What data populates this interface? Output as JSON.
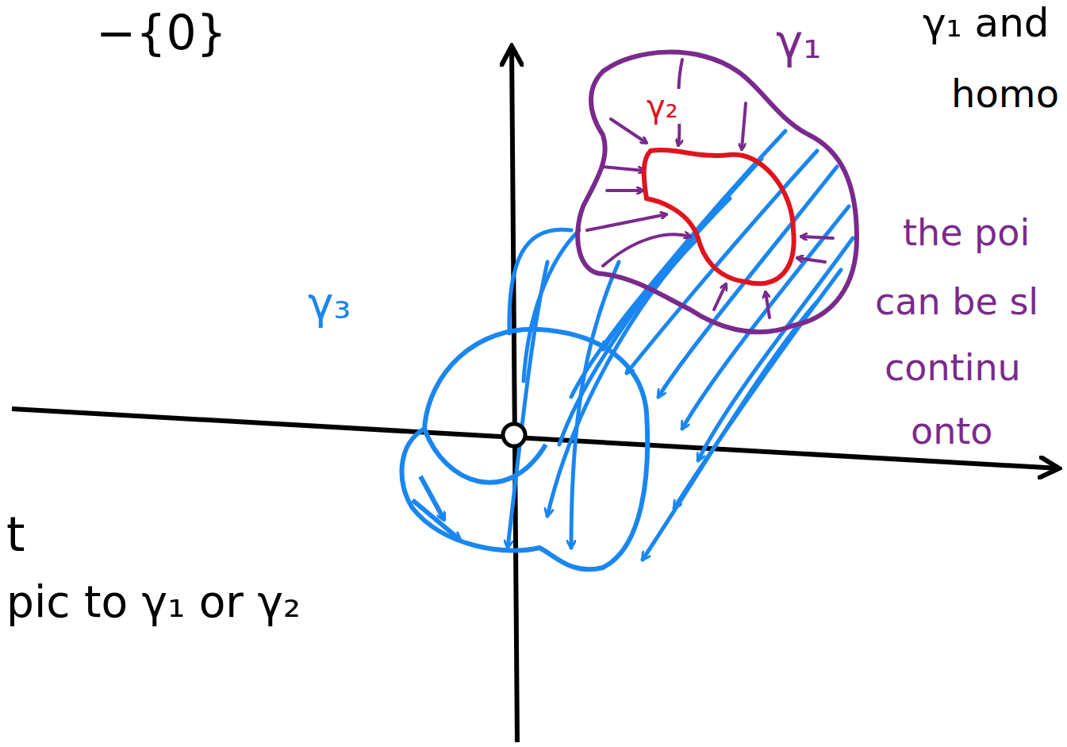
{
  "diagram": {
    "labels": [
      "−{0}",
      "γ₁ and",
      "homo",
      "γ₁",
      "γ₂",
      "the poi",
      "can be sl",
      "continu",
      "onto",
      "γ₃",
      "t",
      "pic to γ₁ or γ₂"
    ]
  }
}
